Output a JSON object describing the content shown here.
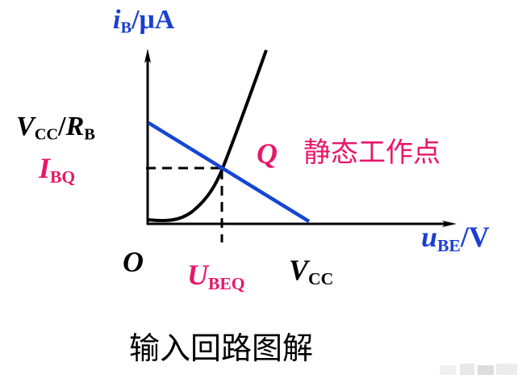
{
  "title": "输入回路图解",
  "colors": {
    "axis": "#000000",
    "input_curve": "#000000",
    "load_line": "#1446d6",
    "y_label": "#1a3fd1",
    "x_label": "#1a3fd1",
    "q_label": "#e8166a",
    "q_values": "#e8166a"
  },
  "y_axis": {
    "var": "i",
    "sub": "B",
    "unit": "/μA"
  },
  "x_axis": {
    "var": "u",
    "sub": "BE",
    "unit": "/V"
  },
  "origin": "O",
  "vcc_rb": {
    "v": "V",
    "v_sub": "CC",
    "slash": "/",
    "r": "R",
    "r_sub": "B"
  },
  "ibq": {
    "main": "I",
    "sub": "BQ"
  },
  "ubeq": {
    "main": "U",
    "sub": "BEQ"
  },
  "vcc": {
    "main": "V",
    "sub": "CC"
  },
  "q_point": {
    "letter": "Q",
    "text": "静态工作点"
  },
  "caption": "输入回路图解"
}
